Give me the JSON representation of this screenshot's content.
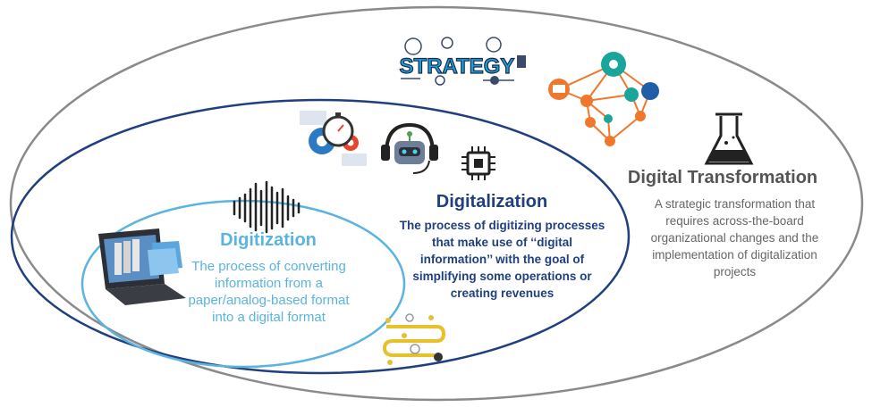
{
  "digital_transformation": {
    "title": "Digital Transformation",
    "description": "A strategic transformation that requires across-the-board organizational changes and the implementation of digitalization projects"
  },
  "digitalization": {
    "title": "Digitalization",
    "description": "The process of digitizing processes that make use of ‘‘digital information’’ with the goal of simplifying some operations or creating revenues"
  },
  "digitization": {
    "title": "Digitization",
    "description": "The process of converting information from a paper/analog-based format into a digital format"
  },
  "icons": {
    "strategy_banner": "STRATEGY",
    "network": "network-icon",
    "flask": "flask-icon",
    "gears": "gears-stopwatch-icon",
    "headset_bot": "headset-bot-icon",
    "chip": "chip-icon",
    "waveform": "sound-wave-icon",
    "laptop": "laptop-folders-icon",
    "roadmap": "roadmap-icon"
  },
  "colors": {
    "outer_ellipse": "#8a8a8a",
    "middle_ellipse": "#1f3f7f",
    "inner_ellipse": "#5ab4df",
    "digitization_text": "#5ab4df",
    "digitalization_text": "#1f3f7f",
    "transformation_title": "#555555",
    "transformation_text": "#666666",
    "network_node": "#f0782d",
    "network_hub": "#1aa59a"
  }
}
